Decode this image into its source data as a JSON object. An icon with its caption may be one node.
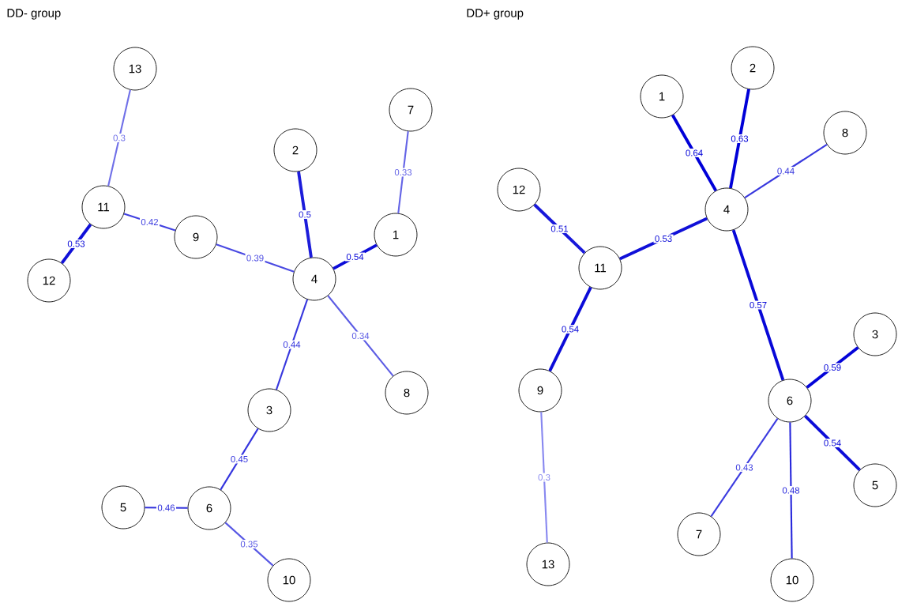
{
  "diagram": {
    "nodes": [
      {
        "text": [
          "1"
        ]
      },
      {
        "text": [
          "2"
        ]
      },
      {
        "text": [
          "3"
        ]
      },
      {
        "text": [
          "4"
        ]
      },
      {
        "text": [
          "5"
        ]
      },
      {
        "text": [
          "6"
        ]
      },
      {
        "text": [
          "7"
        ]
      },
      {
        "text": [
          "8"
        ]
      },
      {
        "text": [
          "9"
        ]
      },
      {
        "text": [
          "10"
        ]
      },
      {
        "text": [
          "11"
        ]
      },
      {
        "text": [
          "12"
        ]
      },
      {
        "text": [
          "13"
        ]
      },
      {
        "text": [
          "1"
        ]
      },
      {
        "text": [
          "2"
        ]
      },
      {
        "text": [
          "3"
        ]
      },
      {
        "text": [
          "4"
        ]
      },
      {
        "text": [
          "5"
        ]
      },
      {
        "text": [
          "6"
        ]
      },
      {
        "text": [
          "7"
        ]
      },
      {
        "text": [
          "8"
        ]
      },
      {
        "text": [
          "9"
        ]
      },
      {
        "text": [
          "10"
        ]
      },
      {
        "text": [
          "11"
        ]
      },
      {
        "text": [
          "12"
        ]
      },
      {
        "text": [
          "13"
        ]
      }
    ],
    "edges": [
      {
        "from": 12,
        "to": 10,
        "arrow": "none",
        "label": "0.3",
        "color": "#7070e8"
      },
      {
        "from": 10,
        "to": 11,
        "arrow": "none",
        "label": "0.53",
        "color": "#1010d8",
        "style": "thick"
      },
      {
        "from": 10,
        "to": 8,
        "arrow": "none",
        "label": "0.42",
        "color": "#4040e0"
      },
      {
        "from": 8,
        "to": 3,
        "arrow": "none",
        "label": "0.39",
        "color": "#4a4ae2"
      },
      {
        "from": 1,
        "to": 3,
        "arrow": "none",
        "label": "0.5",
        "color": "#1c1cda",
        "style": "thick"
      },
      {
        "from": 3,
        "to": 0,
        "arrow": "none",
        "label": "0.54",
        "color": "#0c0cd8",
        "style": "thick"
      },
      {
        "from": 0,
        "to": 6,
        "arrow": "none",
        "label": "0.33",
        "color": "#6464e6"
      },
      {
        "from": 3,
        "to": 7,
        "arrow": "none",
        "label": "0.34",
        "color": "#5c5ce4"
      },
      {
        "from": 3,
        "to": 2,
        "arrow": "none",
        "label": "0.44",
        "color": "#3838de"
      },
      {
        "from": 2,
        "to": 5,
        "arrow": "none",
        "label": "0.45",
        "color": "#3434de"
      },
      {
        "from": 5,
        "to": 4,
        "arrow": "none",
        "label": "0.46",
        "color": "#3030dc"
      },
      {
        "from": 5,
        "to": 9,
        "arrow": "none",
        "label": "0.35",
        "color": "#5858e4"
      },
      {
        "from": 13,
        "to": 16,
        "arrow": "none",
        "label": "0.64",
        "color": "#0000d8",
        "style": "thick"
      },
      {
        "from": 14,
        "to": 16,
        "arrow": "none",
        "label": "0.63",
        "color": "#0000d8",
        "style": "thick"
      },
      {
        "from": 16,
        "to": 20,
        "arrow": "none",
        "label": "0.44",
        "color": "#3838de"
      },
      {
        "from": 23,
        "to": 16,
        "arrow": "none",
        "label": "0.53",
        "color": "#1010d8",
        "style": "thick"
      },
      {
        "from": 24,
        "to": 23,
        "arrow": "none",
        "label": "0.51",
        "color": "#1818da",
        "style": "thick"
      },
      {
        "from": 23,
        "to": 21,
        "arrow": "none",
        "label": "0.54",
        "color": "#0c0cd8",
        "style": "thick"
      },
      {
        "from": 21,
        "to": 25,
        "arrow": "none",
        "label": "0.3",
        "color": "#8888f0"
      },
      {
        "from": 16,
        "to": 18,
        "arrow": "none",
        "label": "0.57",
        "color": "#0808d8",
        "style": "thick"
      },
      {
        "from": 18,
        "to": 15,
        "arrow": "none",
        "label": "0.59",
        "color": "#0404d8",
        "style": "thick"
      },
      {
        "from": 18,
        "to": 17,
        "arrow": "none",
        "label": "0.54",
        "color": "#0c0cd8",
        "style": "thick"
      },
      {
        "from": 18,
        "to": 19,
        "arrow": "none",
        "label": "0.43",
        "color": "#3c3ce0"
      },
      {
        "from": 18,
        "to": 22,
        "arrow": "none",
        "label": "0.48",
        "color": "#2828dc"
      }
    ],
    "labels": [
      "DD- group",
      "DD+ group"
    ]
  }
}
